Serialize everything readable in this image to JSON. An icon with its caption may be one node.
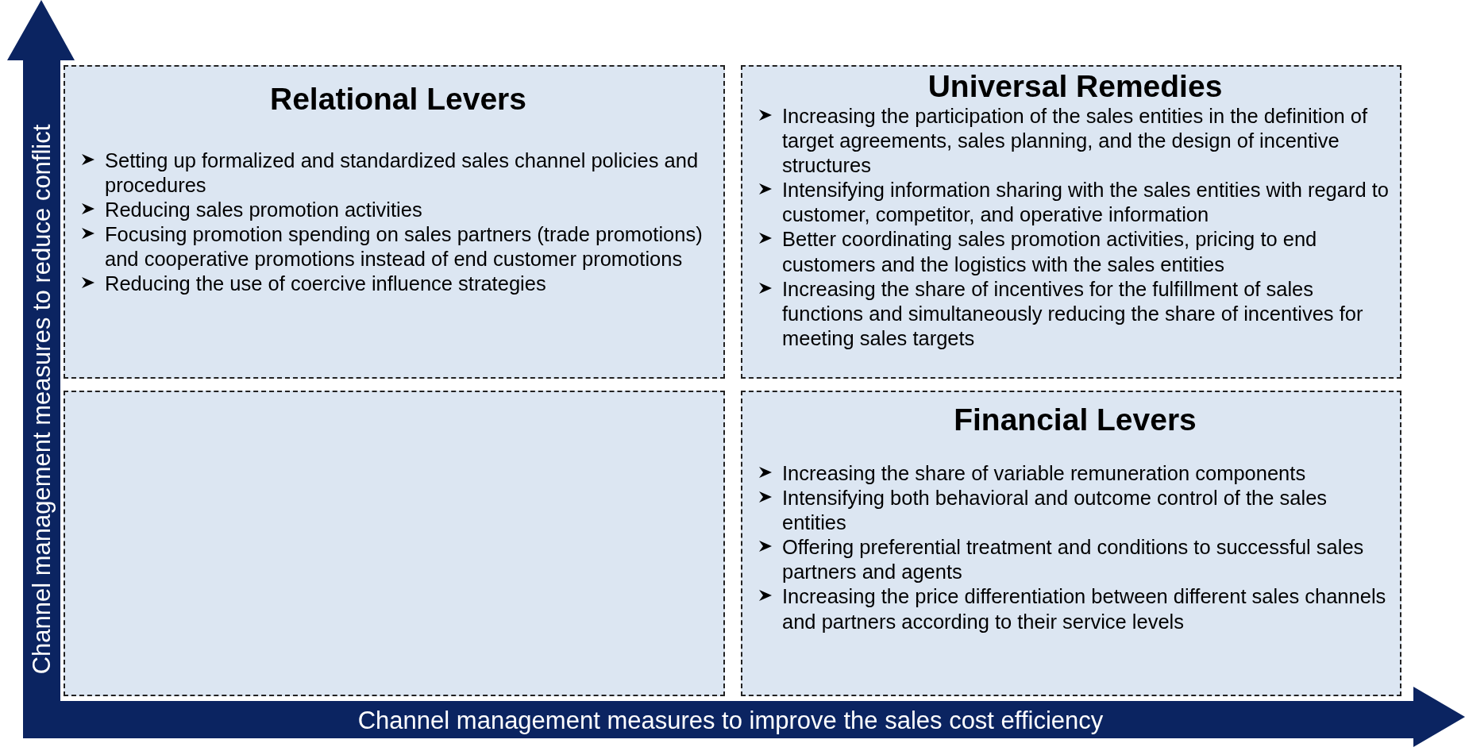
{
  "diagram": {
    "nodes": [
      {
        "text": [
          "Relational Levers",
          "Setting up formalized and standardized sales channel policies and procedures",
          "Reducing sales promotion activities",
          "Focusing promotion spending on sales partners (trade promotions) and cooperative promotions instead of end customer promotions",
          "Reducing the use of coercive influence strategies"
        ]
      },
      {
        "text": [
          "Universal Remedies",
          "Increasing the participation of the sales entities in the definition of target agreements, sales planning, and the design of incentive structures",
          "Intensifying information sharing with the sales entities with regard to customer, competitor, and operative information",
          "Better coordinating sales promotion activities, pricing to end customers and the logistics with the sales entities",
          "Increasing the share of incentives for the fulfillment of sales functions and simultaneously reducing the share of incentives for meeting sales targets"
        ]
      },
      {
        "text": [],
        "shape": "box"
      },
      {
        "text": [
          "Financial Levers",
          "Increasing the share of variable remuneration components",
          "Intensifying both behavioral and outcome control of the sales entities",
          "Offering preferential treatment and conditions to successful sales partners and agents",
          "Increasing the price differentiation between different sales channels and partners according to their service levels"
        ]
      }
    ],
    "labels": [
      "Channel management measures to reduce conflict",
      "Channel management measures to improve the sales cost efficiency"
    ]
  }
}
